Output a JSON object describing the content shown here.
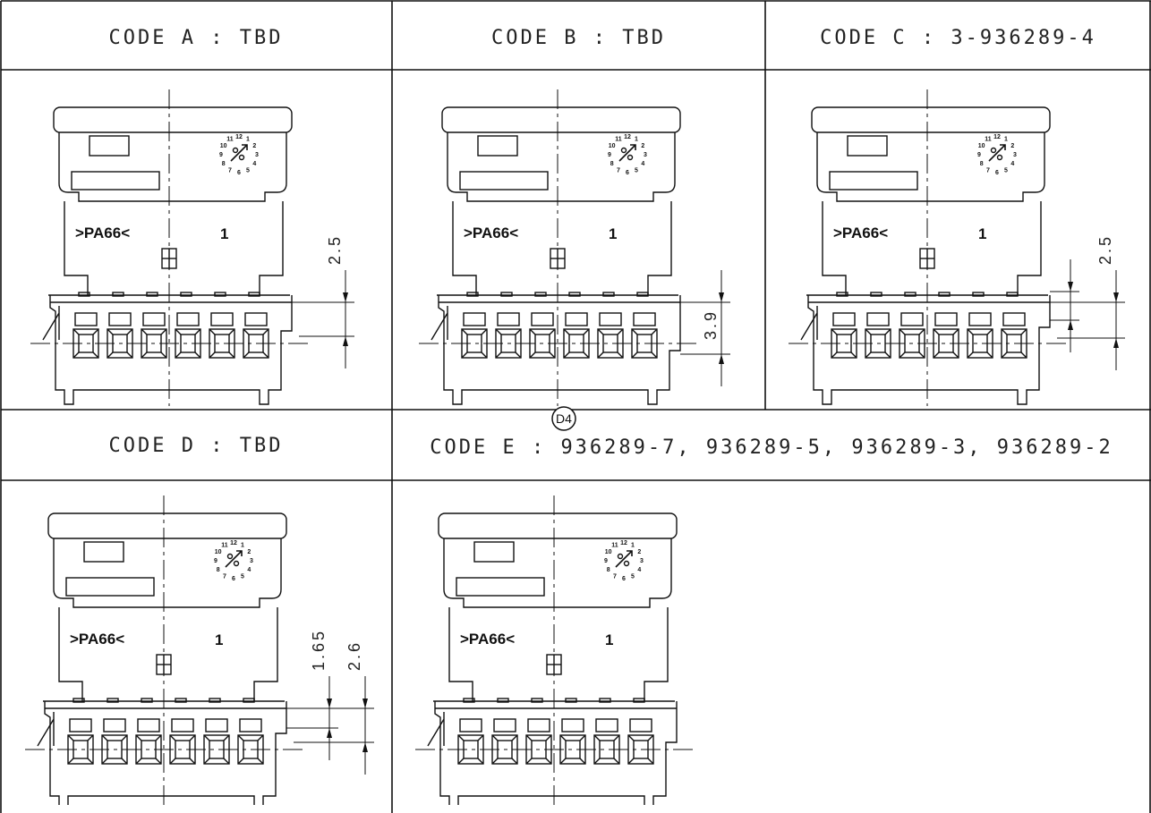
{
  "cells": [
    {
      "title": "CODE A : TBD"
    },
    {
      "title": "CODE B : TBD"
    },
    {
      "title": "CODE C : 3-936289-4"
    },
    {
      "title": "CODE D : TBD"
    },
    {
      "title": "CODE E : 936289-7, 936289-5, 936289-3, 936289-2"
    }
  ],
  "revision_mark": "D4",
  "part_label": {
    "material": ">PA66<",
    "pin_number": "1",
    "clock_digits": [
      "12",
      "1",
      "2",
      "3",
      "4",
      "5",
      "6",
      "7",
      "8",
      "9",
      "10",
      "11"
    ]
  },
  "dimensions": {
    "a": [
      "2.5"
    ],
    "b": [
      "3.9"
    ],
    "c": [
      "2.5"
    ],
    "d": [
      "1.65",
      "2.6"
    ]
  }
}
